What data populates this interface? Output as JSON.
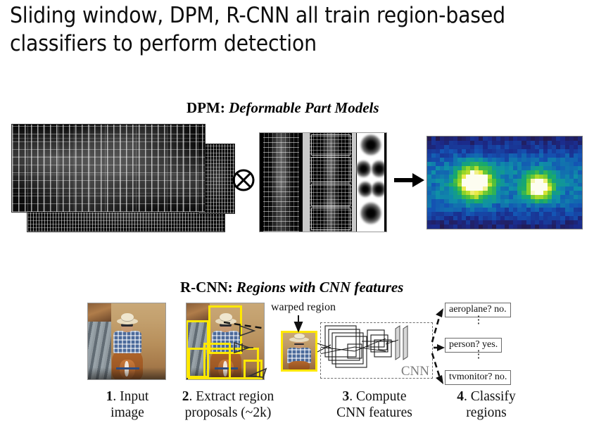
{
  "slide": {
    "title": "Sliding window, DPM, R-CNN all train region-based classifiers to perform detection",
    "background_color": "#ffffff",
    "title_color": "#0d0d0d"
  },
  "dpm_section": {
    "heading_lead": "DPM:",
    "heading_italic": "Deformable Part Models",
    "feature_pyramid_name": "HOG feature pyramid",
    "operator_symbol": "⊗",
    "operator_name": "convolution",
    "filters_name": "root filter, part filters, deformation costs",
    "arrow_symbol": "→",
    "response_map_name": "detection score heatmap",
    "heatmap_colors": [
      "#241a4e",
      "#1b2a8a",
      "#1455b4",
      "#0f8fa8",
      "#17a86e",
      "#4dbf3c",
      "#9bd628",
      "#e8e83a",
      "#fdfdf0"
    ]
  },
  "rcnn_section": {
    "heading_lead": "R-CNN:",
    "heading_italic": "Regions with CNN features",
    "warped_label": "warped region",
    "cnn_label": "CNN",
    "proposal_box_color": "#ffe800",
    "steps": [
      {
        "num": "1",
        "line1": ". Input",
        "line2": "image"
      },
      {
        "num": "2",
        "line1": ". Extract region",
        "line2": "proposals (~2k)"
      },
      {
        "num": "3",
        "line1": ". Compute",
        "line2": "CNN features"
      },
      {
        "num": "4",
        "line1": ". Classify",
        "line2": "regions"
      }
    ],
    "classifications": [
      {
        "label": "aeroplane? no."
      },
      {
        "label": "person? yes."
      },
      {
        "label": "tvmonitor? no."
      }
    ],
    "dots": "⋮"
  }
}
